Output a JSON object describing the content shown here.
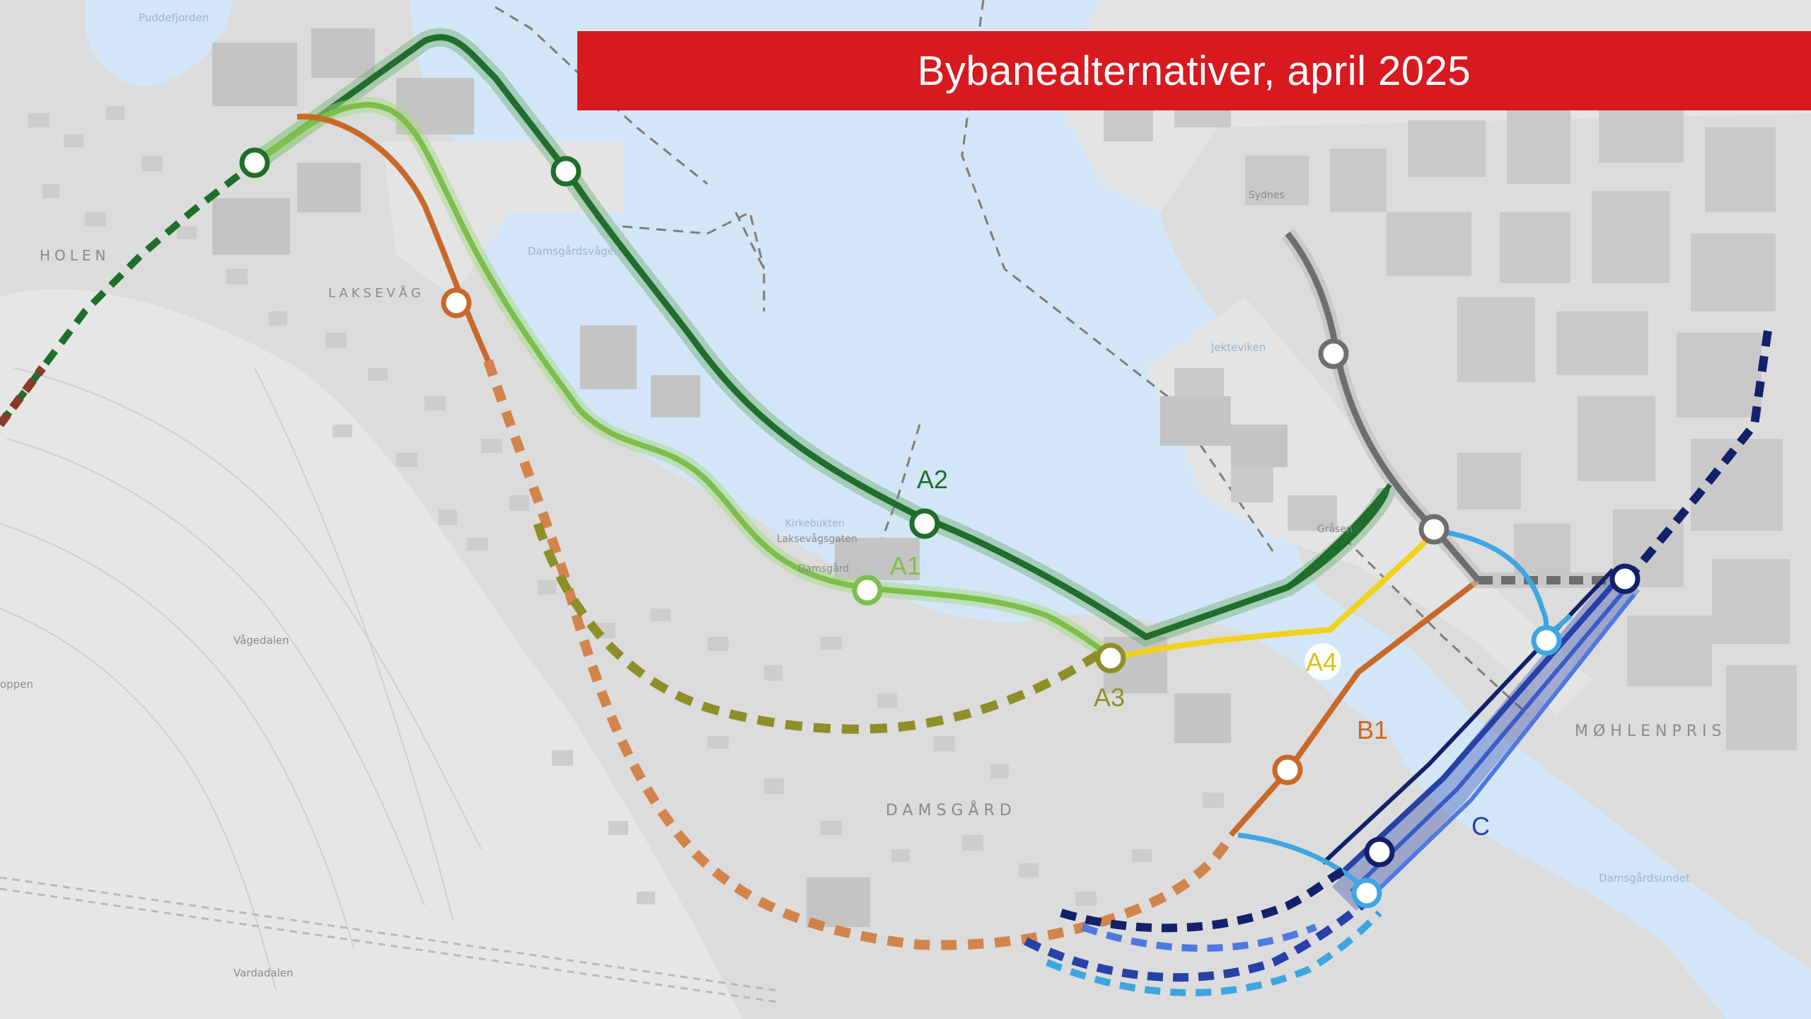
{
  "title": "Bybanealternativer, april 2025",
  "colors": {
    "banner": "#d71920",
    "water": "#d3e6f7",
    "land": "#dcdcdc",
    "A1": "#7cbf4a",
    "A2": "#1f6e2c",
    "A3": "#8f8f2a",
    "A4": "#f0d21a",
    "B1": "#c8692a",
    "C": "#2741a8",
    "C_light": "#3ea6e0",
    "C_dark": "#15206a",
    "grey_line": "#6e6e6e"
  },
  "routes": {
    "a2": "A2",
    "a1": "A1",
    "a3": "A3",
    "a4": "A4",
    "b1": "B1",
    "c": "C"
  },
  "places": {
    "holen": "HOLEN",
    "laksevag": "LAKSEVÅG",
    "damsgard": "DAMSGÅRD",
    "mohlenpris": "MØHLENPRIS",
    "vagedalen": "Vågedalen",
    "vardadalen": "Vardadalen",
    "sydnes": "Sydnes",
    "damsgardsvagen": "Damsgårdsvågen",
    "puddefjorden": "Puddefjorden",
    "kirkebukten": "Kirkebukten",
    "jekteviken": "Jekteviken",
    "damsgardsundet": "Damsgårdsundet",
    "grasen": "Gråsen",
    "laksevagsgaten": "Laksevågsgaten",
    "damsgard_small": "Damsgård",
    "hoppen": "oppen"
  }
}
